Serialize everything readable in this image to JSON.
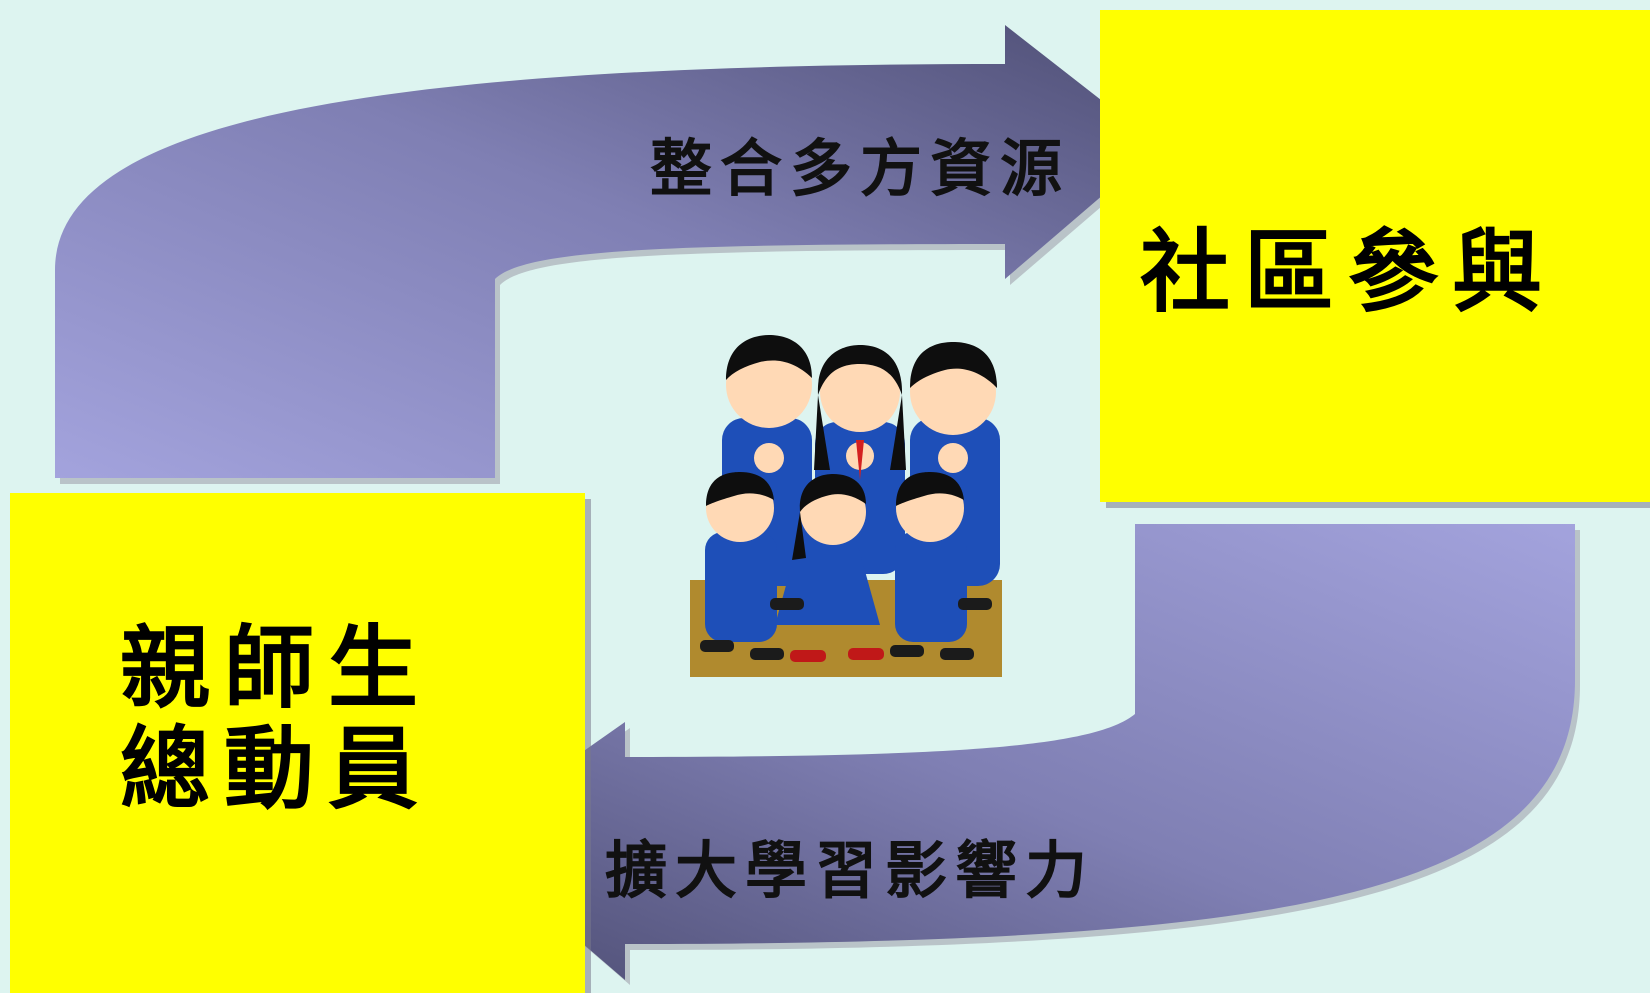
{
  "boxes": {
    "community": "社區參與",
    "parents": "親師生\n總動員"
  },
  "arrows": {
    "top_label": "整合多方資源",
    "bottom_label": "擴大學習影響力"
  },
  "colors": {
    "background": "#ddf4f0",
    "box_fill": "#ffff00",
    "arrow_light": "#a3a3dd",
    "arrow_dark": "#4e4e74",
    "uniform": "#1e4fb8",
    "ground": "#b08a2e"
  },
  "clipart": {
    "icon": "students-group-icon"
  }
}
